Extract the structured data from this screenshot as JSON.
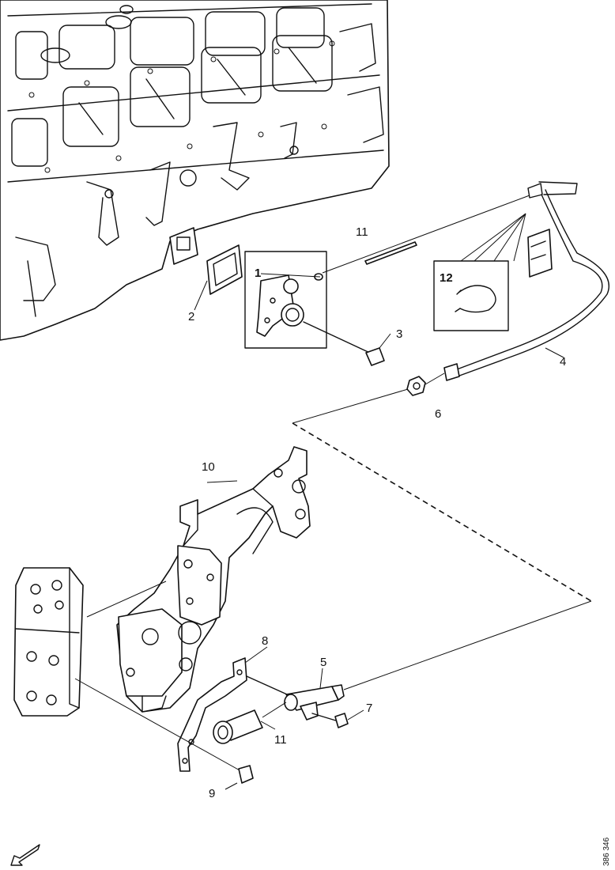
{
  "labels": {
    "l1": "1",
    "l2": "2",
    "l3": "3",
    "l4": "4",
    "l5": "5",
    "l6": "6",
    "l7": "7",
    "l8": "8",
    "l9": "9",
    "l10": "10",
    "l11_top": "11",
    "l11_bottom": "11",
    "l12": "12"
  },
  "reference_number": "386 346",
  "icons": {
    "direction": "arrow-down-left-icon"
  }
}
